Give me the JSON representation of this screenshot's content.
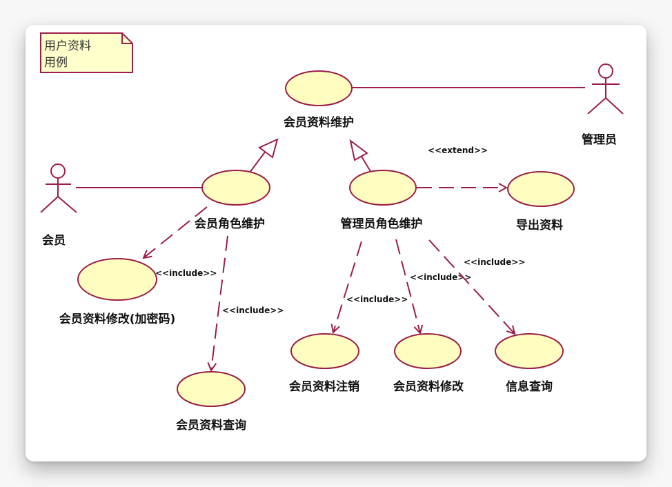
{
  "diagram": {
    "type": "uml-use-case",
    "colors": {
      "stroke": "#9b1d45",
      "usecase_fill": "#fffdbf",
      "note_fill": "#ffffcc",
      "text": "#111111"
    },
    "note": {
      "lines": [
        "用户资料",
        "用例"
      ]
    },
    "actors": [
      {
        "id": "admin",
        "label": "管理员"
      },
      {
        "id": "member",
        "label": "会员"
      }
    ],
    "use_cases": [
      {
        "id": "uc_maint",
        "label": "会员资料维护"
      },
      {
        "id": "uc_member_role",
        "label": "会员角色维护"
      },
      {
        "id": "uc_admin_role",
        "label": "管理员角色维护"
      },
      {
        "id": "uc_export",
        "label": "导出资料"
      },
      {
        "id": "uc_edit_pwd",
        "label": "会员资料修改(加密码)"
      },
      {
        "id": "uc_query",
        "label": "会员资料查询"
      },
      {
        "id": "uc_cancel",
        "label": "会员资料注销"
      },
      {
        "id": "uc_edit",
        "label": "会员资料修改"
      },
      {
        "id": "uc_info",
        "label": "信息查询"
      }
    ],
    "relationships": [
      {
        "from": "admin",
        "to": "uc_maint",
        "type": "association"
      },
      {
        "from": "member",
        "to": "uc_member_role",
        "type": "association"
      },
      {
        "from": "uc_member_role",
        "to": "uc_maint",
        "type": "generalization"
      },
      {
        "from": "uc_admin_role",
        "to": "uc_maint",
        "type": "generalization"
      },
      {
        "from": "uc_admin_role",
        "to": "uc_export",
        "type": "extend",
        "label": "<<extend>>"
      },
      {
        "from": "uc_member_role",
        "to": "uc_edit_pwd",
        "type": "include",
        "label": "<<include>>"
      },
      {
        "from": "uc_member_role",
        "to": "uc_query",
        "type": "include",
        "label": "<<include>>"
      },
      {
        "from": "uc_admin_role",
        "to": "uc_cancel",
        "type": "include",
        "label": "<<include>>"
      },
      {
        "from": "uc_admin_role",
        "to": "uc_edit",
        "type": "include",
        "label": "<<include>>"
      },
      {
        "from": "uc_admin_role",
        "to": "uc_info",
        "type": "include",
        "label": "<<include>>"
      }
    ]
  }
}
